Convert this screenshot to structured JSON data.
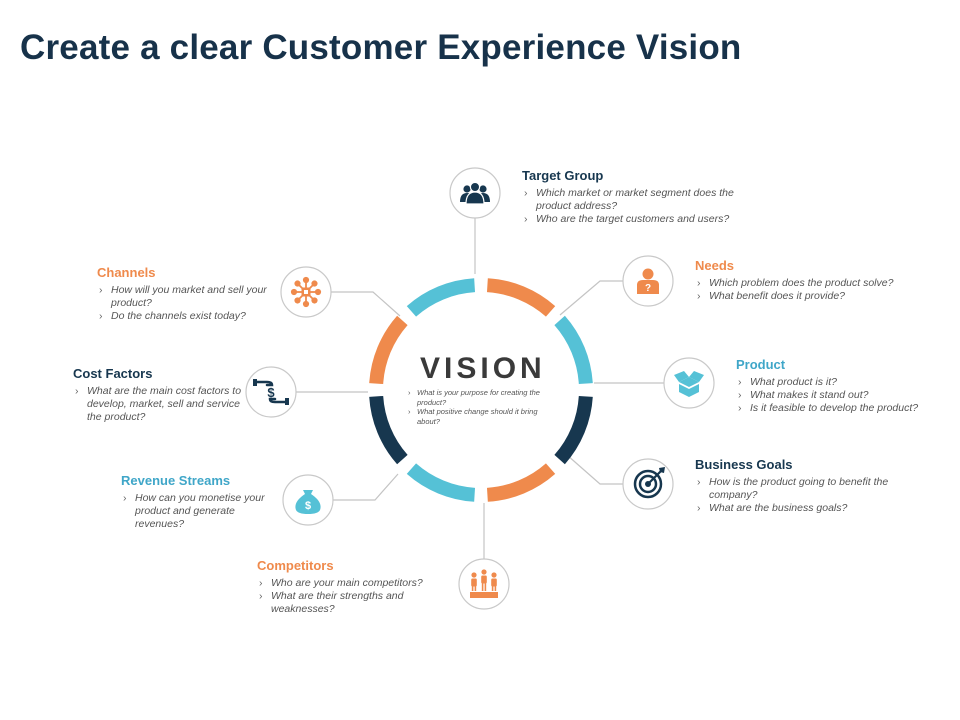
{
  "page_title": "Create a clear Customer Experience Vision",
  "center": {
    "word": "VISION",
    "notes": [
      "What is your purpose for creating the product?",
      "What positive change should it bring about?"
    ]
  },
  "colors": {
    "title": "#17324a",
    "orange": "#ef8a4c",
    "teal": "#55c1d6",
    "navy": "#17374f",
    "blue_title": "#3fa6c8"
  },
  "segments": [
    {
      "color": "orange"
    },
    {
      "color": "teal"
    },
    {
      "color": "navy"
    },
    {
      "color": "orange"
    },
    {
      "color": "teal"
    },
    {
      "color": "navy"
    },
    {
      "color": "orange"
    },
    {
      "color": "teal"
    }
  ],
  "nodes": [
    {
      "id": "target-group",
      "icon": "users-group-icon",
      "icon_color": "navy",
      "title_color": "navy",
      "title": "Target Group",
      "bullets": [
        "Which market or market segment does the product address?",
        "Who are the target customers and users?"
      ]
    },
    {
      "id": "needs",
      "icon": "person-question-icon",
      "icon_color": "orange",
      "title_color": "orange",
      "title": "Needs",
      "bullets": [
        "Which problem does the product solve?",
        "What benefit does it provide?"
      ]
    },
    {
      "id": "product",
      "icon": "product-box-icon",
      "icon_color": "teal",
      "title_color": "blue_title",
      "title": "Product",
      "bullets": [
        "What product is it?",
        "What makes it stand out?",
        "Is it feasible to develop the product?"
      ]
    },
    {
      "id": "business-goals",
      "icon": "target-icon",
      "icon_color": "navy",
      "title_color": "navy",
      "title": "Business  Goals",
      "bullets": [
        "How is the product going to benefit the company?",
        "What are the business goals?"
      ]
    },
    {
      "id": "competitors",
      "icon": "podium-people-icon",
      "icon_color": "orange",
      "title_color": "orange",
      "title": "Competitors",
      "bullets": [
        "Who are your main competitors?",
        "What are their strengths and weaknesses?"
      ]
    },
    {
      "id": "revenue-streams",
      "icon": "money-bag-icon",
      "icon_color": "teal",
      "title_color": "blue_title",
      "title": "Revenue Streams",
      "bullets": [
        "How can you monetise your product and generate revenues?"
      ]
    },
    {
      "id": "cost-factors",
      "icon": "hands-dollar-icon",
      "icon_color": "navy",
      "title_color": "navy",
      "title": "Cost  Factors",
      "bullets": [
        "What are the main cost factors to develop,  market,  sell and service the product?"
      ]
    },
    {
      "id": "channels",
      "icon": "network-hub-icon",
      "icon_color": "orange",
      "title_color": "orange",
      "title": "Channels",
      "bullets": [
        "How will you market and sell your product?",
        "Do the channels exist today?"
      ]
    }
  ]
}
